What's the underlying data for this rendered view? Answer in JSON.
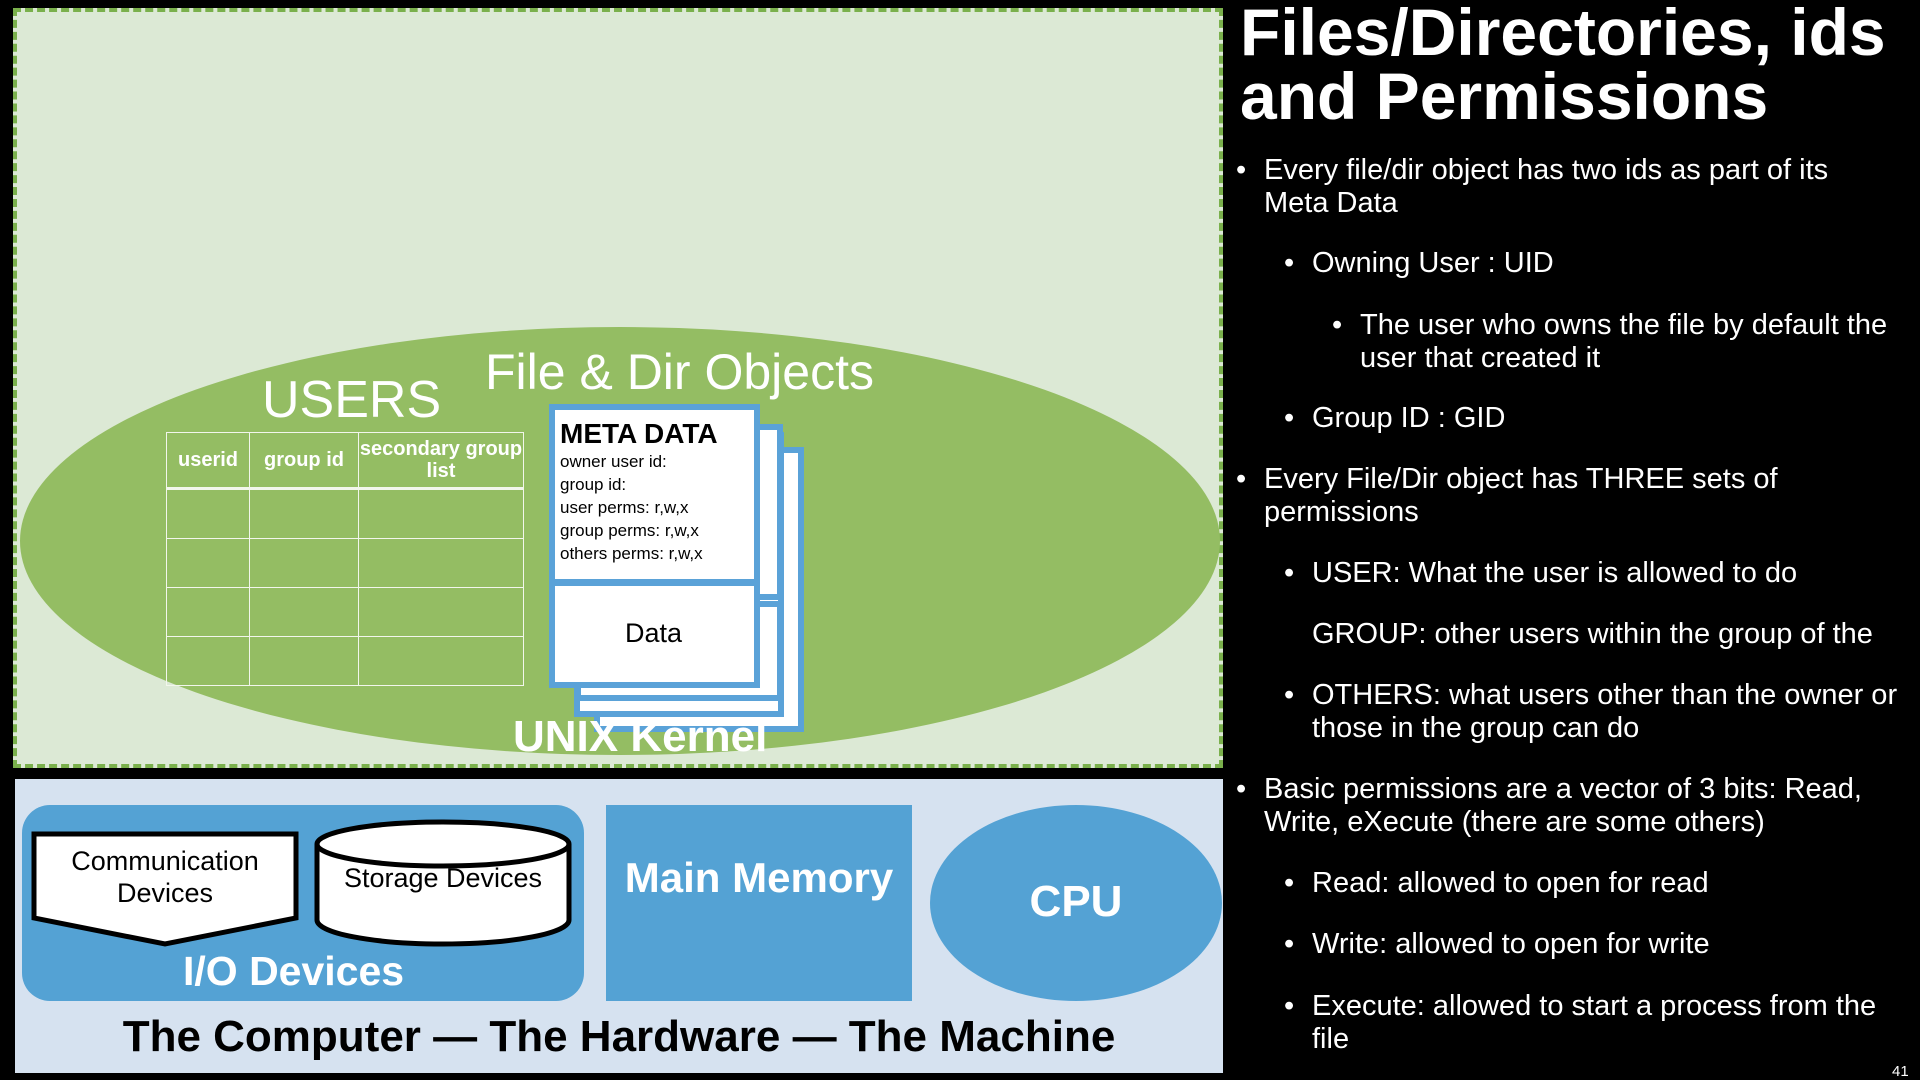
{
  "slide": {
    "title": "Files/Directories, ids and Permissions",
    "page_number": "41"
  },
  "diagram": {
    "kernel_label": "UNIX Kernel",
    "users_title": "USERS",
    "users_table": {
      "headers": [
        "userid",
        "group id",
        "secondary group list"
      ],
      "rows": [
        [
          "",
          "",
          ""
        ],
        [
          "",
          "",
          ""
        ],
        [
          "",
          "",
          ""
        ],
        [
          "",
          "",
          ""
        ]
      ]
    },
    "files_title": "File & Dir Objects",
    "meta_data": {
      "title": "META DATA",
      "lines": [
        "owner user id:",
        "group id:",
        "user perms: r,w,x",
        "group perms: r,w,x",
        "others perms: r,w,x"
      ]
    },
    "data_label": "Data",
    "hardware": {
      "io_label": "I/O Devices",
      "comm_label": "Communication Devices",
      "storage_label": "Storage Devices",
      "memory_label": "Main Memory",
      "cpu_label": "CPU",
      "caption": "The Computer — The Hardware — The Machine"
    },
    "colors": {
      "kernel_bg": "#dce9d5",
      "kernel_border": "#7ab04c",
      "ellipse": "#94bd63",
      "hardware_bg": "#d6e2f0",
      "hardware_blue": "#54a2d4"
    }
  },
  "bullets": [
    {
      "level": 1,
      "text": "Every file/dir object has two ids as part of its Meta Data"
    },
    {
      "level": 2,
      "text": "Owning User : UID"
    },
    {
      "level": 3,
      "text": "The user who owns the file by default the user that created it"
    },
    {
      "level": 2,
      "text": "Group ID : GID"
    },
    {
      "level": 1,
      "text": "Every File/Dir object has THREE sets of permissions"
    },
    {
      "level": 2,
      "text": "USER: What the user is allowed to do"
    },
    {
      "level": 2,
      "text": "GROUP: other users within the group of the"
    },
    {
      "level": 2,
      "text": "OTHERS: what users other than the owner or those in the group can do"
    },
    {
      "level": 1,
      "text": "Basic permissions are a vector of 3 bits: Read, Write, eXecute (there are some others)"
    },
    {
      "level": 2,
      "text": "Read: allowed to open for read"
    },
    {
      "level": 2,
      "text": "Write: allowed to open for write"
    },
    {
      "level": 2,
      "text": "Execute: allowed to start a process from the file"
    }
  ]
}
